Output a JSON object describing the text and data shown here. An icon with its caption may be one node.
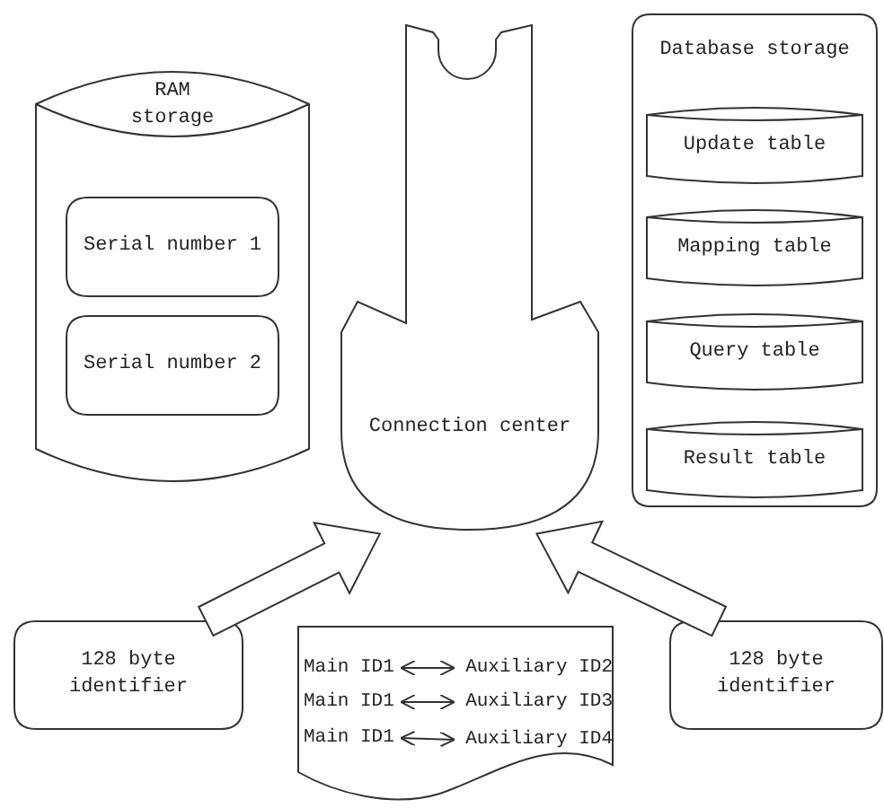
{
  "diagram": {
    "nodes": [
      {
        "text": [
          "RAM storage"
        ]
      },
      {
        "text": [
          "Serial number 1"
        ],
        "in": 0
      },
      {
        "text": [
          "Serial number 2"
        ],
        "in": 0
      },
      {
        "text": [
          "Connection center"
        ]
      },
      {
        "text": [
          "Database storage"
        ]
      },
      {
        "text": [
          "Update table"
        ],
        "in": 4
      },
      {
        "text": [
          "Mapping table"
        ],
        "in": 4
      },
      {
        "text": [
          "Query table"
        ],
        "in": 4
      },
      {
        "text": [
          "Result table"
        ],
        "in": 4
      },
      {
        "text": [
          "128 byte identifier"
        ]
      },
      {
        "text": [],
        "shape": "document"
      },
      {
        "text": [
          "Main ID1"
        ],
        "in": 10
      },
      {
        "text": [
          "Auxiliary ID2"
        ],
        "in": 10
      },
      {
        "text": [
          "Main ID1"
        ],
        "in": 10
      },
      {
        "text": [
          "Auxiliary ID3"
        ],
        "in": 10
      },
      {
        "text": [
          "Main ID1"
        ],
        "in": 10
      },
      {
        "text": [
          "Auxiliary ID4"
        ],
        "in": 10
      },
      {
        "text": [
          "128 byte identifier"
        ]
      }
    ],
    "edges": [
      {
        "from": 9,
        "to": 3,
        "arrow": "to",
        "style": "thick"
      },
      {
        "from": 17,
        "to": 3,
        "arrow": "to",
        "style": "thick"
      },
      {
        "from": 11,
        "to": 12,
        "arrow": "both"
      },
      {
        "from": 13,
        "to": 14,
        "arrow": "both"
      },
      {
        "from": 15,
        "to": 16,
        "arrow": "both"
      }
    ]
  }
}
